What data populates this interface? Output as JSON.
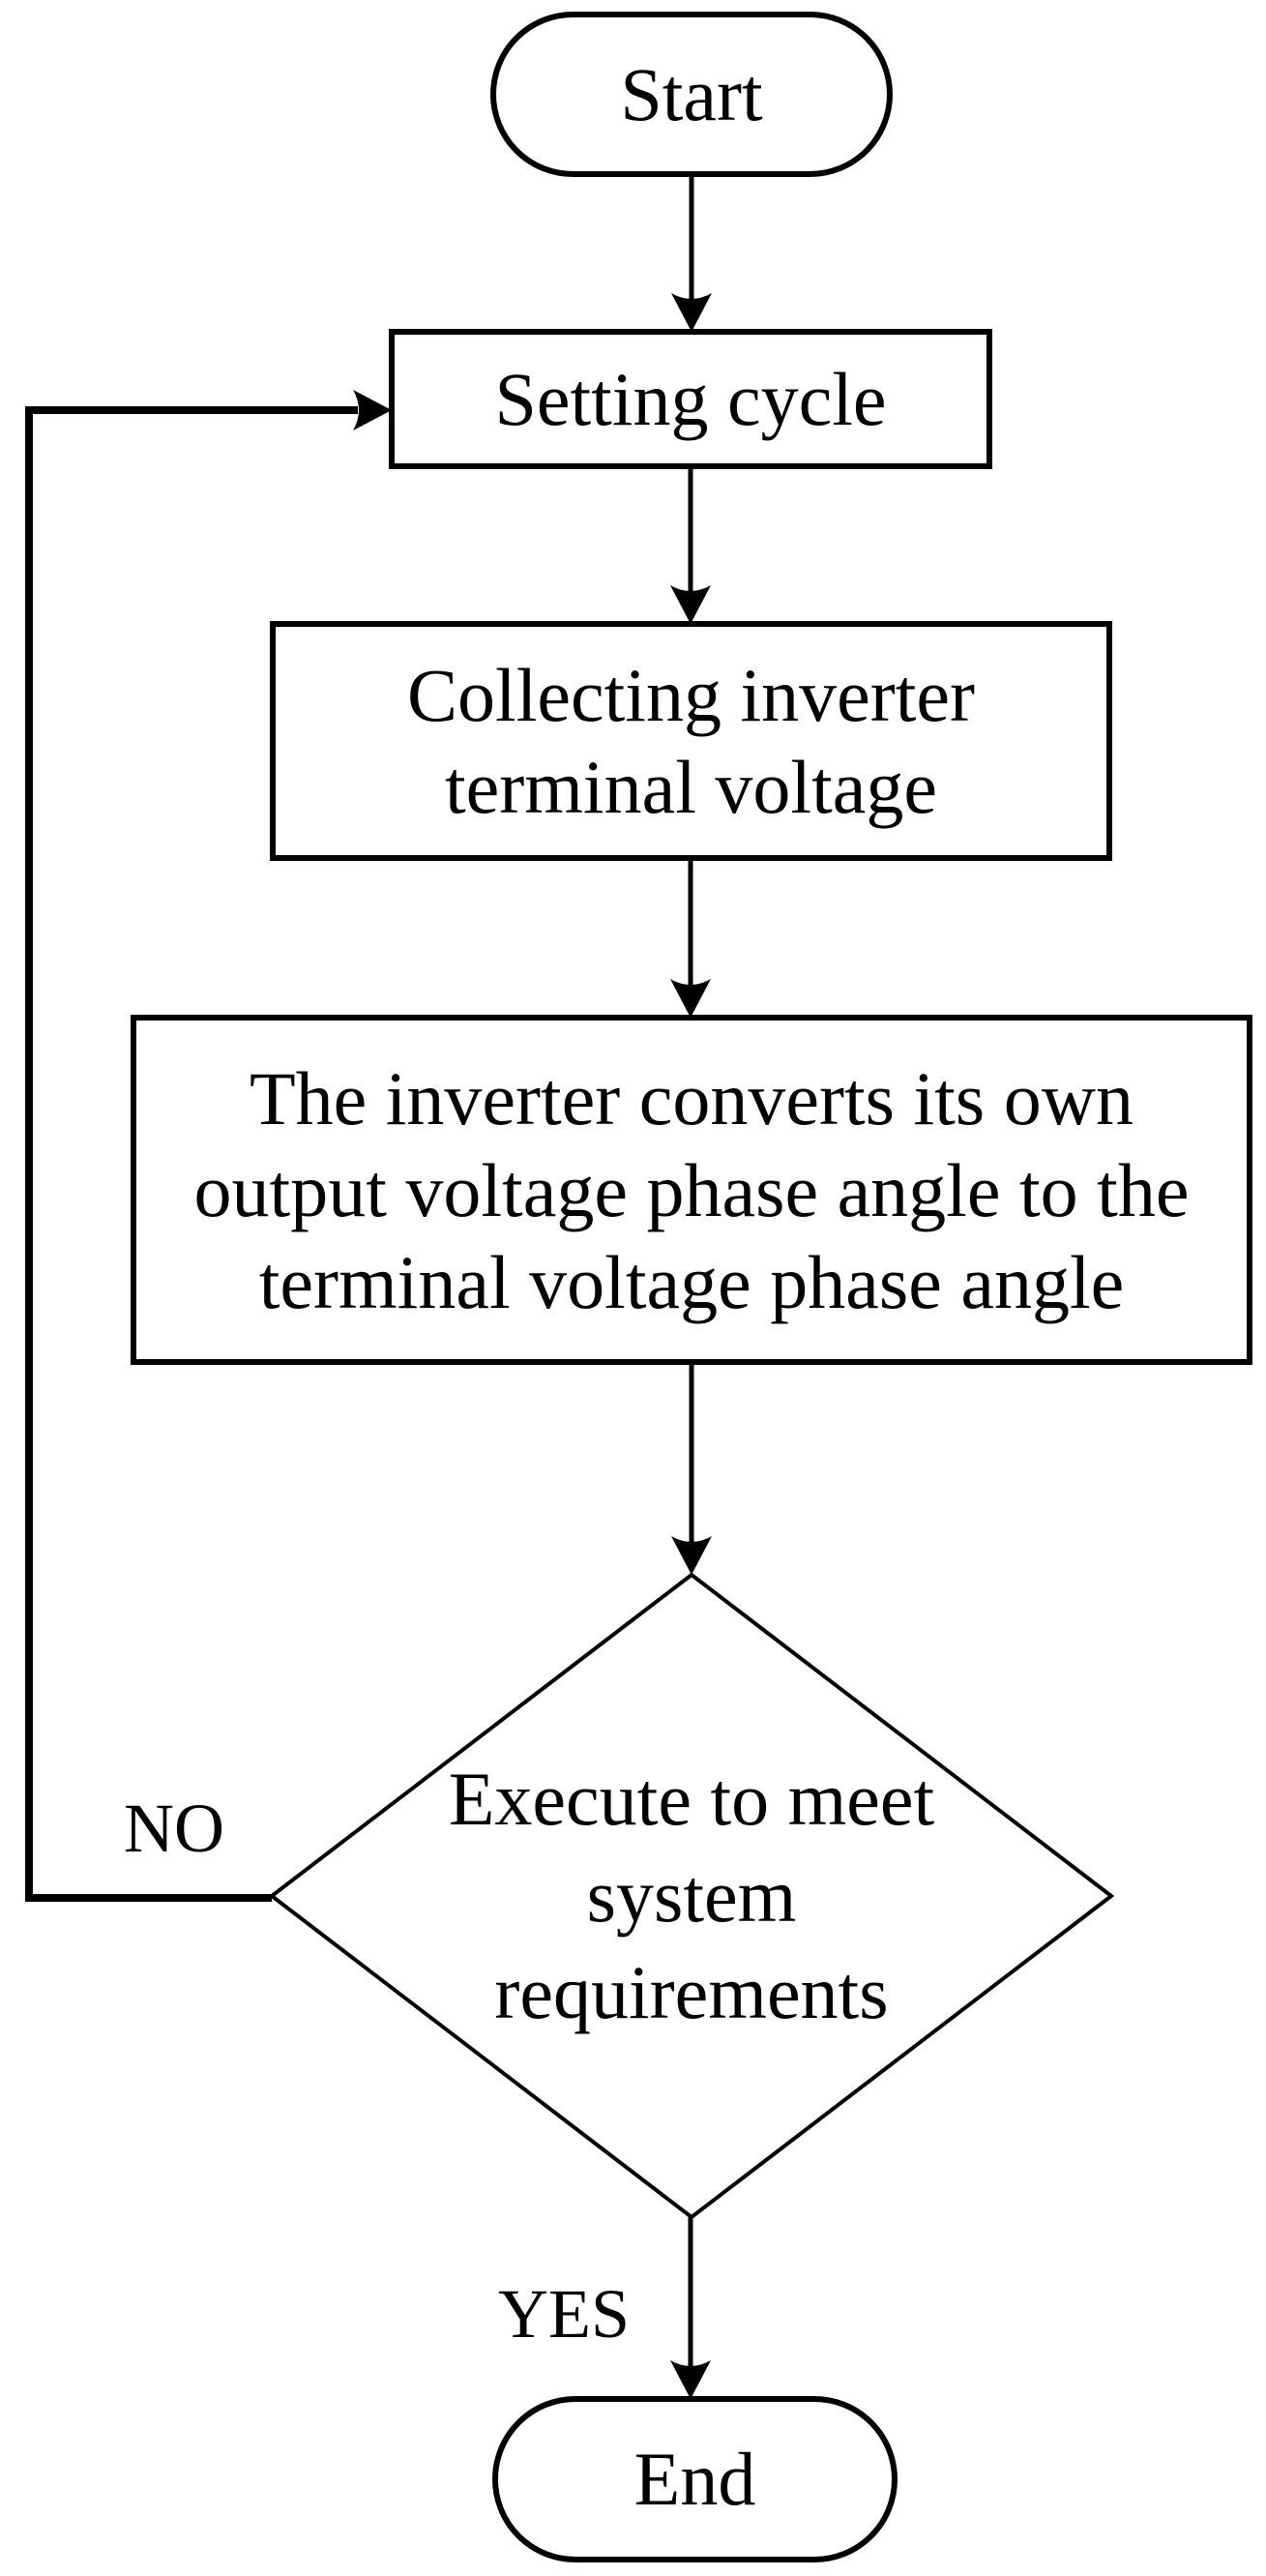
{
  "diagram": {
    "type": "flowchart",
    "colors": {
      "stroke": "#000000",
      "fill": "#ffffff",
      "text": "#000000"
    },
    "nodes": [
      {
        "id": "start",
        "shape": "terminator",
        "label": "Start"
      },
      {
        "id": "setting-cycle",
        "shape": "process",
        "label": "Setting cycle"
      },
      {
        "id": "collect-voltage",
        "shape": "process",
        "label": "Collecting inverter\nterminal voltage"
      },
      {
        "id": "convert-angle",
        "shape": "process",
        "label": "The inverter converts its own\noutput voltage phase angle to the\nterminal voltage phase angle"
      },
      {
        "id": "decision",
        "shape": "decision",
        "label": "Execute to meet\nsystem\nrequirements"
      },
      {
        "id": "end",
        "shape": "terminator",
        "label": "End"
      }
    ],
    "edges": [
      {
        "from": "start",
        "to": "setting-cycle",
        "label": ""
      },
      {
        "from": "setting-cycle",
        "to": "collect-voltage",
        "label": ""
      },
      {
        "from": "collect-voltage",
        "to": "convert-angle",
        "label": ""
      },
      {
        "from": "convert-angle",
        "to": "decision",
        "label": ""
      },
      {
        "from": "decision",
        "to": "setting-cycle",
        "label": "NO"
      },
      {
        "from": "decision",
        "to": "end",
        "label": "YES"
      }
    ],
    "edge_labels": {
      "no": "NO",
      "yes": "YES"
    }
  }
}
